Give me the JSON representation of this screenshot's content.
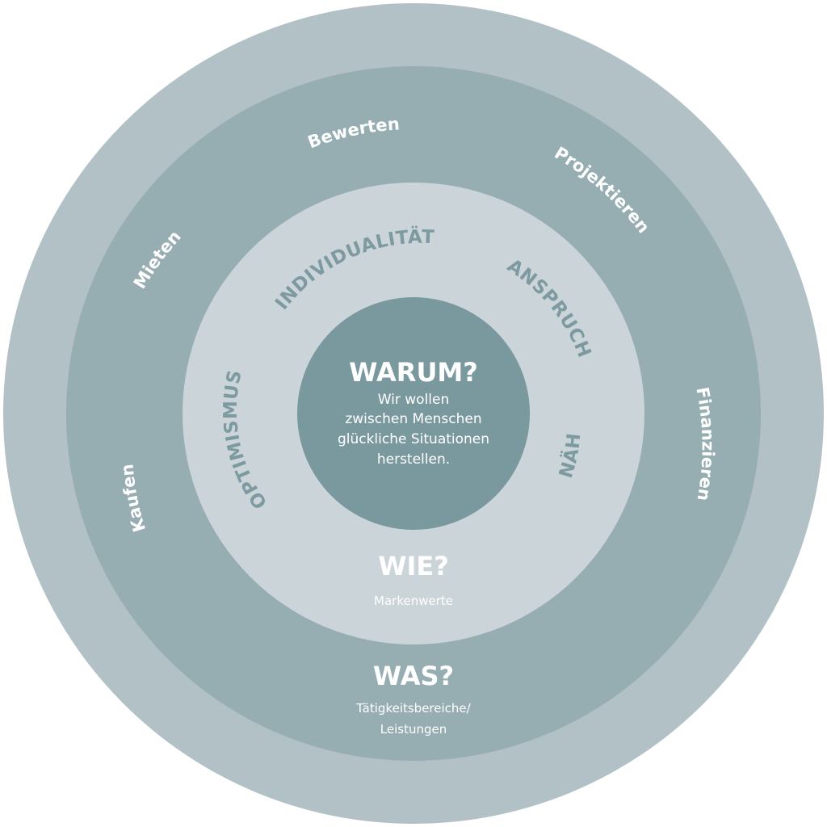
{
  "colors": {
    "outer_ring": "#b1c1c6",
    "middle_ring": "#96adb2",
    "inner_ring": "#cbd5d9",
    "core": "#7a999e",
    "value_text": "#7d9aa1",
    "white_text": "#ffffff"
  },
  "core": {
    "title": "WARUM?",
    "lines": [
      "Wir wollen",
      "zwischen Menschen",
      "glückliche Situationen",
      "herstellen."
    ]
  },
  "wie": {
    "title": "WIE?",
    "subtitle": "Markenwerte"
  },
  "was": {
    "title": "WAS?",
    "subtitle_lines": [
      "Tätigkeitsbereiche/",
      "Leistungen"
    ]
  },
  "activities": [
    "Bewerten",
    "Projektieren",
    "Finanzieren",
    "Kaufen",
    "Mieten"
  ],
  "values": [
    "INDIVIDUALITÄT",
    "ANSPRUCH",
    "NÄHE",
    "OPTIMISMUS"
  ]
}
